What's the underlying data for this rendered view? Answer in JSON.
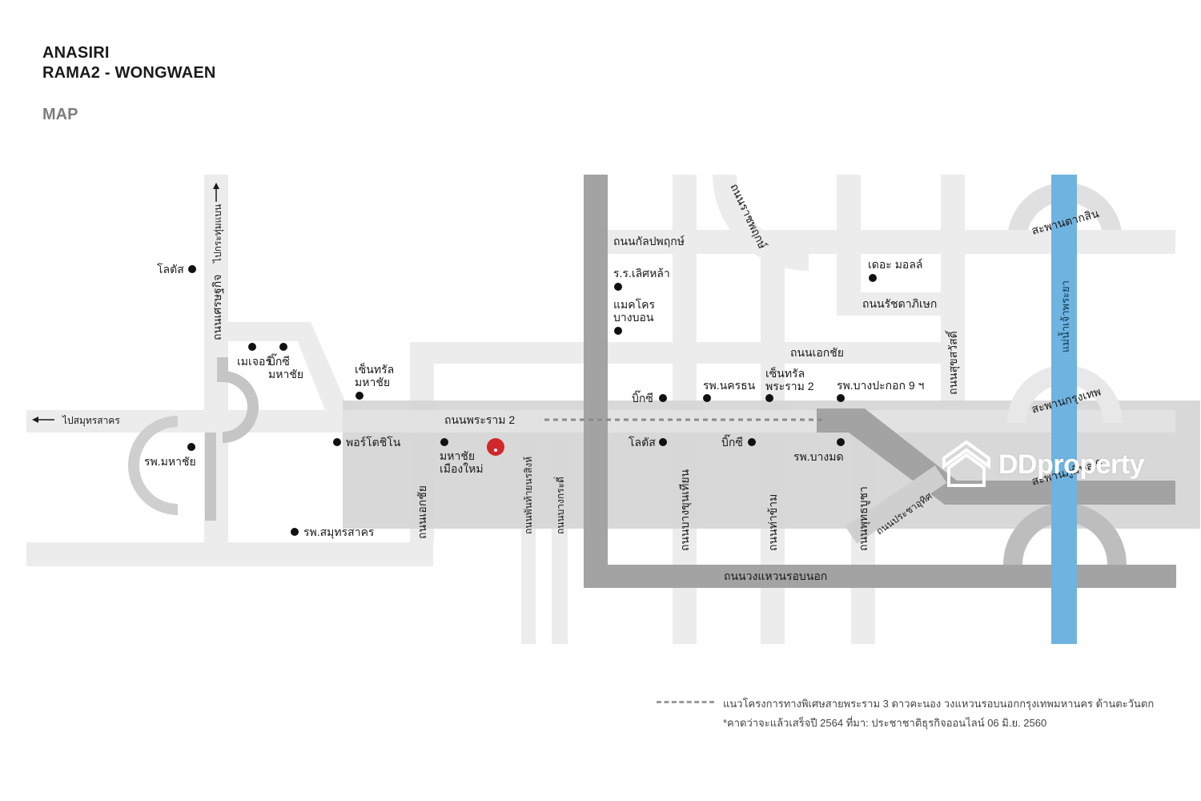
{
  "header": {
    "title_line1": "ANASIRI",
    "title_line2": "RAMA2 - WONGWAEN",
    "subtitle": "MAP"
  },
  "colors": {
    "road_light": "#ececec",
    "road_mid": "#c9c9c9",
    "road_dark": "#9d9d9d",
    "highlight_band": "#d3d3d3",
    "river": "#6fb3e0",
    "project_marker": "#d0272b"
  },
  "roads": {
    "rama2": "ถนนพระราม 2",
    "ekachai_top": "ถนนเอกชัย",
    "ekachai_vertical": "ถนนเอกชัย",
    "kanlapaphruek": "ถนนกัลปพฤกษ์",
    "ratchaphruek": "ถนนราชพฤกษ์",
    "ratchadaphisek": "ถนนรัชดาภิเษก",
    "suksawat": "ถนนสุขสวัสดิ์",
    "setthakit": "ถนนเศรษฐกิจ",
    "to_krathum_baen": "ไปกระทุ่มแบน",
    "to_samut_sakhon": "ไปสมุทรสาคร",
    "bang_khun_thian": "ถนนบางขุนเทียน",
    "tha_kham": "ถนนท่าข้าม",
    "phutthabucha": "ถนนพุทธบูชา",
    "pracha_uthit": "ถนนประชาอุทิศ",
    "outer_ring": "ถนนวงแหวนรอบนอก",
    "small_road_1": "ถนนพันท้ายนรสิงห์",
    "small_road_2": "ถนนบางกระดี่"
  },
  "bridges": {
    "taksin": "สะพานตากสิน",
    "krungthep": "สะพานกรุงเทพ",
    "bhumibol": "สะพานภูมิพล 9"
  },
  "river": {
    "name": "แม่น้ำเจ้าพระยา"
  },
  "places": {
    "lotus_north": "โลตัส",
    "major": "เมเจอร์",
    "bigc_mahachai": "บิ๊กซี\nมหาชัย",
    "central_mahachai": "เซ็นทรัล\nมหาชัย",
    "rs_mahachai": "รพ.มหาชัย",
    "porto_chino": "พอร์โตชิโน",
    "mahachai_muangmai": "มหาชัย\nเมืองใหม่",
    "rs_samut_sakhon": "รพ.สมุทรสาคร",
    "school_lertla": "ร.ร.เลิศหล้า",
    "makro_bangbon": "แมคโคร\nบางบอน",
    "bigc_rama2": "บิ๊กซี",
    "rs_nakhon_thon": "รพ.นครธน",
    "central_rama2": "เซ็นทรัล\nพระราม 2",
    "rs_bangpakok": "รพ.บางปะกอก 9 ฯ",
    "lotus_rama2": "โลตัส",
    "bigc_tha_kham": "บิ๊กซี",
    "rs_bangmod": "รพ.บางมด",
    "the_mall": "เดอะ มอลล์"
  },
  "legend": {
    "note_line1": "แนวโครงการทางพิเศษสายพระราม 3 ดาวคะนอง วงแหวนรอบนอกกรุงเทพมหานคร ด้านตะวันตก",
    "note_line2": "*คาดว่าจะแล้วเสร็จปี 2564 ที่มา: ประชาชาติธุรกิจออนไลน์ 06 มิ.ย. 2560"
  },
  "watermark": {
    "brand": "DDproperty"
  },
  "icons": [
    "arrow-up-icon",
    "arrow-left-icon",
    "location-dot-icon",
    "project-marker-icon",
    "ddproperty-logo-icon"
  ]
}
